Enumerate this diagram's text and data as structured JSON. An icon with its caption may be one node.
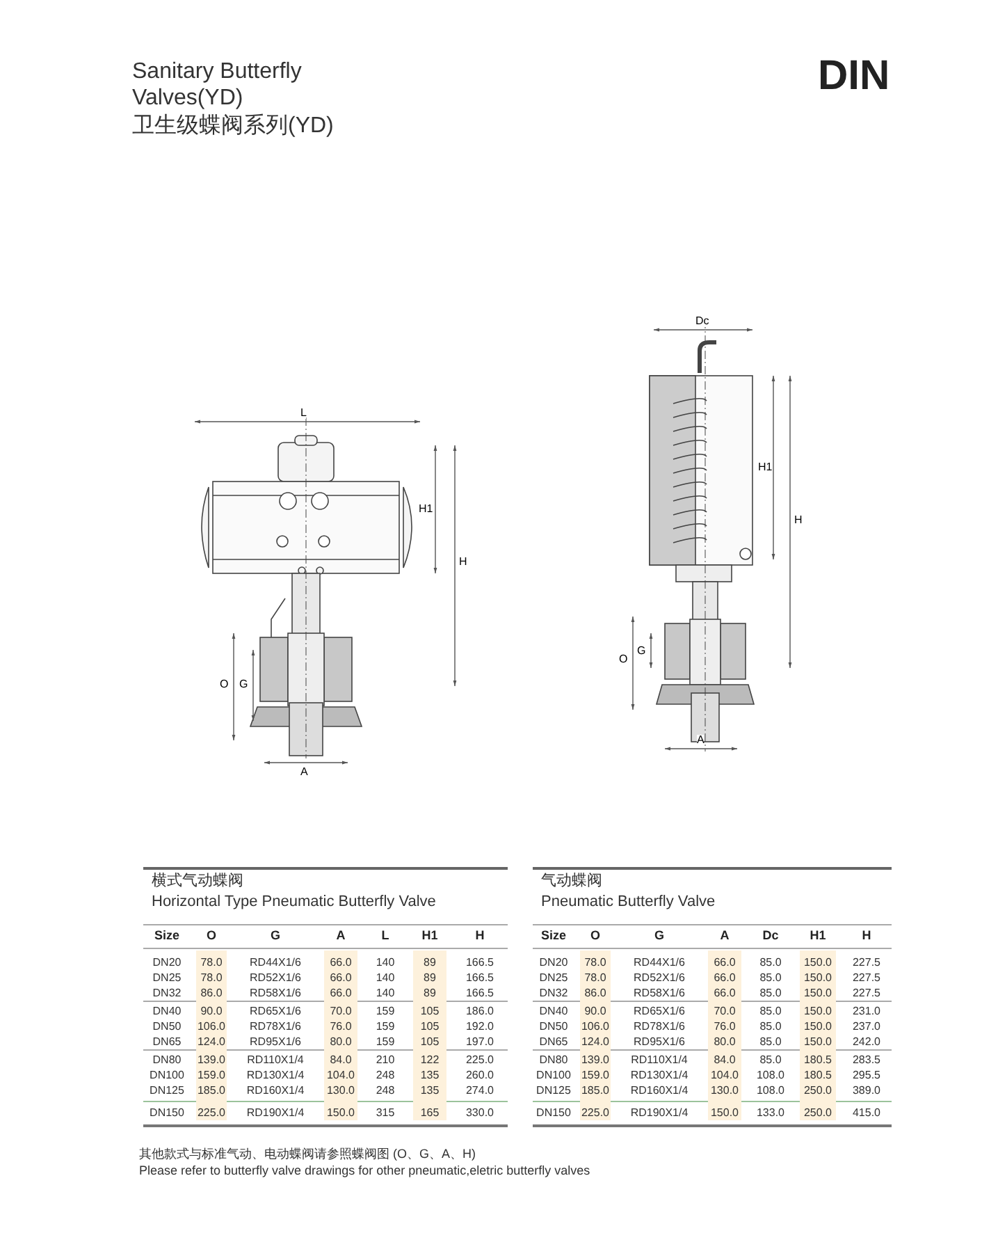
{
  "diagram": {
    "title": "Sanitary Butterfly Valves(YD)",
    "labels": [
      "DIN",
      "卫生级蝶阀系列(YD)",
      "L",
      "H1",
      "H",
      "O",
      "G",
      "A",
      "Dc",
      "H1",
      "H",
      "O",
      "G",
      "A",
      "横式气动蝶阀",
      "Horizontal Type Pneumatic Butterfly Valve",
      "Size",
      "O",
      "G",
      "A",
      "L",
      "H1",
      "H",
      "DN20",
      "78.0",
      "RD44X1/6",
      "66.0",
      "140",
      "89",
      "166.5",
      "DN25",
      "78.0",
      "RD52X1/6",
      "66.0",
      "140",
      "89",
      "166.5",
      "DN32",
      "86.0",
      "RD58X1/6",
      "66.0",
      "140",
      "89",
      "166.5",
      "DN40",
      "90.0",
      "RD65X1/6",
      "70.0",
      "159",
      "105",
      "186.0",
      "DN50",
      "106.0",
      "RD78X1/6",
      "76.0",
      "159",
      "105",
      "192.0",
      "DN65",
      "124.0",
      "RD95X1/6",
      "80.0",
      "159",
      "105",
      "197.0",
      "DN80",
      "139.0",
      "RD110X1/4",
      "84.0",
      "210",
      "122",
      "225.0",
      "DN100",
      "159.0",
      "RD130X1/4",
      "104.0",
      "248",
      "135",
      "260.0",
      "DN125",
      "185.0",
      "RD160X1/4",
      "130.0",
      "248",
      "135",
      "274.0",
      "DN150",
      "225.0",
      "RD190X1/4",
      "150.0",
      "315",
      "165",
      "330.0",
      "气动蝶阀",
      "Pneumatic Butterfly Valve",
      "Size",
      "O",
      "G",
      "A",
      "Dc",
      "H1",
      "H",
      "DN20",
      "78.0",
      "RD44X1/6",
      "66.0",
      "85.0",
      "150.0",
      "227.5",
      "DN25",
      "78.0",
      "RD52X1/6",
      "66.0",
      "85.0",
      "150.0",
      "227.5",
      "DN32",
      "86.0",
      "RD58X1/6",
      "66.0",
      "85.0",
      "150.0",
      "227.5",
      "DN40",
      "90.0",
      "RD65X1/6",
      "70.0",
      "85.0",
      "150.0",
      "231.0",
      "DN50",
      "106.0",
      "RD78X1/6",
      "76.0",
      "85.0",
      "150.0",
      "237.0",
      "DN65",
      "124.0",
      "RD95X1/6",
      "80.0",
      "85.0",
      "150.0",
      "242.0",
      "DN80",
      "139.0",
      "RD110X1/4",
      "84.0",
      "85.0",
      "180.5",
      "283.5",
      "DN100",
      "159.0",
      "RD130X1/4",
      "104.0",
      "108.0",
      "180.5",
      "295.5",
      "DN125",
      "185.0",
      "RD160X1/4",
      "130.0",
      "108.0",
      "250.0",
      "389.0",
      "DN150",
      "225.0",
      "RD190X1/4",
      "150.0",
      "133.0",
      "250.0",
      "415.0",
      "其他款式与标准气动、电动蝶阀请参照蝶阀图 (O、G、A、H)",
      "Please refer to butterfly valve drawings for other pneumatic,eletric butterfly valves"
    ]
  }
}
